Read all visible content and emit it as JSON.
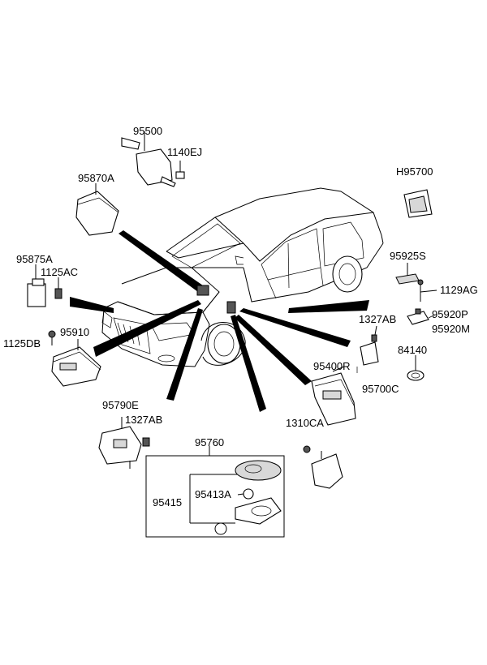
{
  "part_numbers": {
    "p95500": "95500",
    "p1140EJ": "1140EJ",
    "pH95700": "H95700",
    "p95870A": "95870A",
    "p95875A": "95875A",
    "p1125AC": "1125AC",
    "p1125DB": "1125DB",
    "p95910": "95910",
    "p95925S": "95925S",
    "p1129AG": "1129AG",
    "p1327AB_right": "1327AB",
    "p95920P": "95920P",
    "p95920M": "95920M",
    "p84140": "84140",
    "p95400R": "95400R",
    "p95700C": "95700C",
    "p95790E": "95790E",
    "p1327AB_left": "1327AB",
    "p1310CA": "1310CA",
    "p95760": "95760",
    "p95413A": "95413A",
    "p95415": "95415"
  },
  "colors": {
    "line": "#000000",
    "background": "#ffffff",
    "shade": "#d8d8d8"
  }
}
